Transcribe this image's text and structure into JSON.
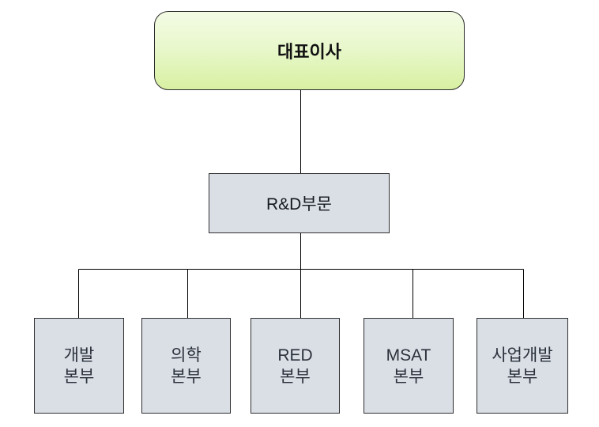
{
  "chart": {
    "type": "org-chart",
    "root": {
      "label": "대표이사"
    },
    "division": {
      "label": "R&D부문"
    },
    "departments": [
      {
        "lines": [
          "개발",
          "본부"
        ]
      },
      {
        "lines": [
          "의학",
          "본부"
        ]
      },
      {
        "lines": [
          "RED",
          "본부"
        ]
      },
      {
        "lines": [
          "MSAT",
          "본부"
        ]
      },
      {
        "lines": [
          "사업개발",
          "본부"
        ]
      }
    ],
    "colors": {
      "root_fill_top": "#f3fbe4",
      "root_fill_bottom": "#d8f0a2",
      "box_fill": "#dadfe6",
      "border": "#2f2f2f",
      "connector_line": "#000000",
      "background": "#ffffff"
    }
  }
}
